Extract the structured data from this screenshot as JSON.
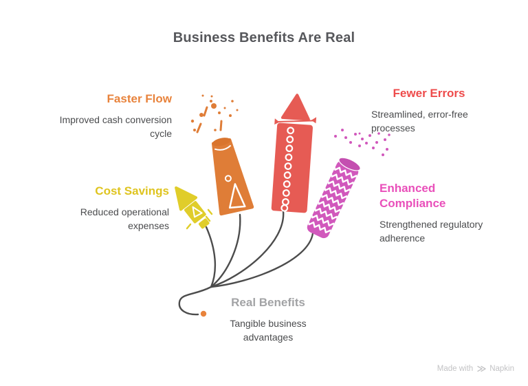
{
  "title": "Business Benefits Are Real",
  "sections": {
    "faster_flow": {
      "heading": "Faster Flow",
      "body": "Improved cash conversion\ncycle"
    },
    "cost_savings": {
      "heading": "Cost Savings",
      "body": "Reduced operational\nexpenses"
    },
    "fewer_errors": {
      "heading": "Fewer Errors",
      "body": "Streamlined, error-free\nprocesses"
    },
    "enhanced_compliance": {
      "heading": "Enhanced\nCompliance",
      "body": "Strengthened regulatory\nadherence"
    },
    "real_benefits": {
      "heading": "Real Benefits",
      "body": "Tangible business\nadvantages"
    }
  },
  "colors": {
    "title_text": "#56575B",
    "body_text": "#4A4B4D",
    "orange": "#E8833C",
    "yellow": "#DFC41F",
    "red": "#EE4B4B",
    "pink": "#E94FBA",
    "gray_heading": "#A2A3A5",
    "rocket_orange": "#DF7D37",
    "rocket_yellow": "#E0CD2A",
    "rocket_red": "#E65B54",
    "rocket_pink": "#D158BC",
    "fuse": "#4C4C4C"
  },
  "footer": {
    "made_with": "Made with",
    "brand": "Napkin"
  }
}
